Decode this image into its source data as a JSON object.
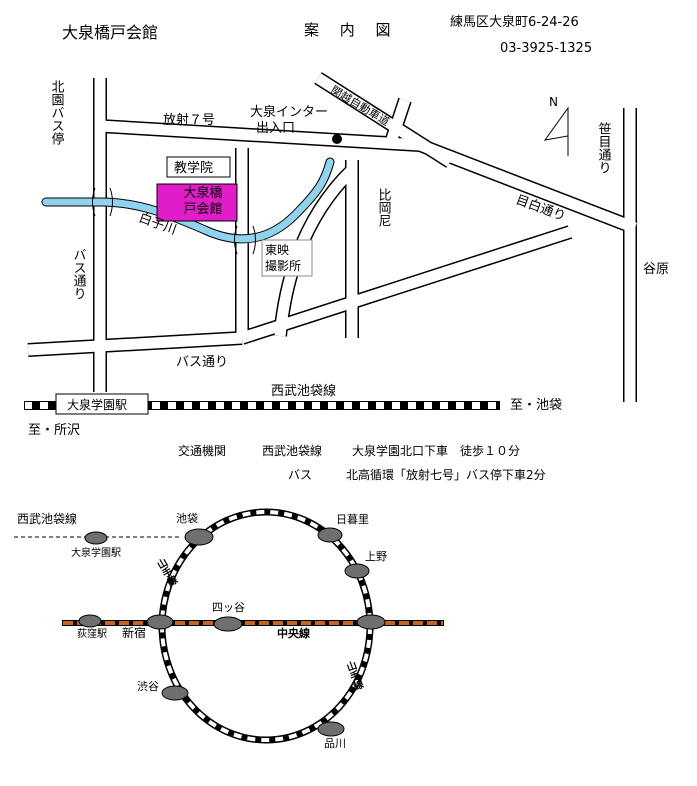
{
  "header": {
    "title": "大泉橋戸会館",
    "guide_label": "案 内 図",
    "address": "練馬区大泉町6-24-26",
    "phone": "03-3925-1325"
  },
  "map_labels": {
    "bus_stop_north": "北園バス停",
    "housha7": "放射７号",
    "interchange": "大泉インター出入口",
    "kanetsu": "関越自動車道",
    "north": "N",
    "sasame": "笹目通り",
    "kyogakuin": "教学院",
    "hall": "大泉橋戸会館",
    "shirako": "白子川",
    "hioka": "比岡尼",
    "mejiro": "目白通り",
    "toei": "東映撮影所",
    "bus_street_left": "バス通り",
    "bus_street_bottom": "バス通り",
    "yahara": "谷原",
    "seibu_line": "西武池袋線",
    "ooizumi_gakuen_sta": "大泉学園駅",
    "to_ikebukuro": "至・池袋",
    "to_tokorozawa": "至・所沢"
  },
  "access": {
    "heading": "交通機関",
    "train_mode": "西武池袋線",
    "train_detail": "大泉学園北口下車　徒歩１０分",
    "bus_mode": "バス",
    "bus_detail": "北高循環「放射七号」バス停下車2分"
  },
  "rail_map": {
    "seibu_line": "西武池袋線",
    "ooizumi_sta": "大泉学園駅",
    "ikebukuro": "池袋",
    "nippori": "日暮里",
    "ueno": "上野",
    "yamanote_1": "山手線",
    "yamanote_2": "山手線",
    "ogikubo": "荻窪駅",
    "shinjuku": "新宿",
    "yotsuya": "四ッ谷",
    "chuo": "中央線",
    "shibuya": "渋谷",
    "shinagawa": "品川"
  },
  "colors": {
    "river": "#8FD3EE",
    "hall_fill": "#E01DC8",
    "chuo_line": "#C8641E",
    "road_outline": "#000000"
  }
}
